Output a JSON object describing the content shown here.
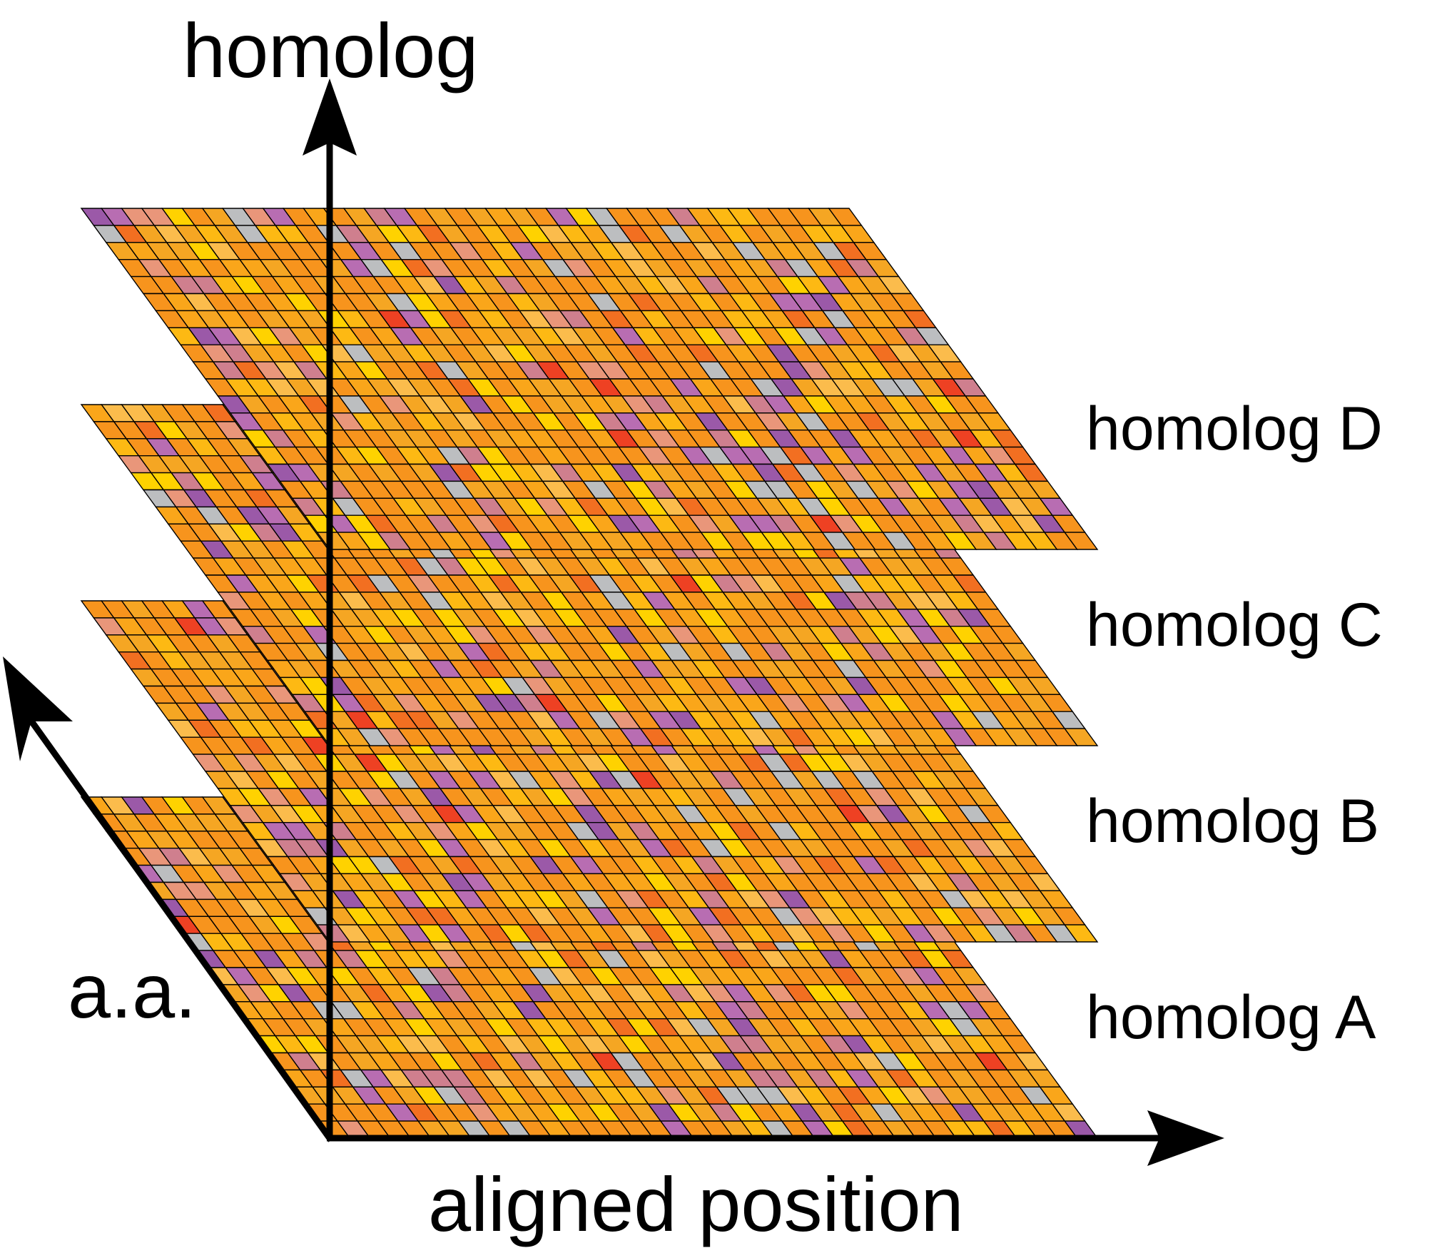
{
  "axes": {
    "vertical_label": "homolog",
    "horizontal_label": "aligned position",
    "depth_label": "a.a."
  },
  "layers": [
    {
      "id": "A",
      "label": "homolog A"
    },
    {
      "id": "B",
      "label": "homolog B"
    },
    {
      "id": "C",
      "label": "homolog C"
    },
    {
      "id": "D",
      "label": "homolog D"
    }
  ],
  "grid": {
    "positions": 38,
    "amino_acids": 20
  },
  "palette": [
    {
      "color": "#f7941d",
      "weight": 34
    },
    {
      "color": "#f5a623",
      "weight": 16
    },
    {
      "color": "#faa61a",
      "weight": 10
    },
    {
      "color": "#fdb913",
      "weight": 8
    },
    {
      "color": "#ffd200",
      "weight": 6
    },
    {
      "color": "#fbbc4c",
      "weight": 5
    },
    {
      "color": "#f26f21",
      "weight": 5
    },
    {
      "color": "#bcbec0",
      "weight": 5
    },
    {
      "color": "#b86db2",
      "weight": 4
    },
    {
      "color": "#cf7f8e",
      "weight": 3
    },
    {
      "color": "#e9967a",
      "weight": 3
    },
    {
      "color": "#9b59a8",
      "weight": 2
    },
    {
      "color": "#ee4123",
      "weight": 1
    }
  ],
  "colors": {
    "axis": "#000000",
    "grid_line": "#000000",
    "background": "#ffffff"
  }
}
